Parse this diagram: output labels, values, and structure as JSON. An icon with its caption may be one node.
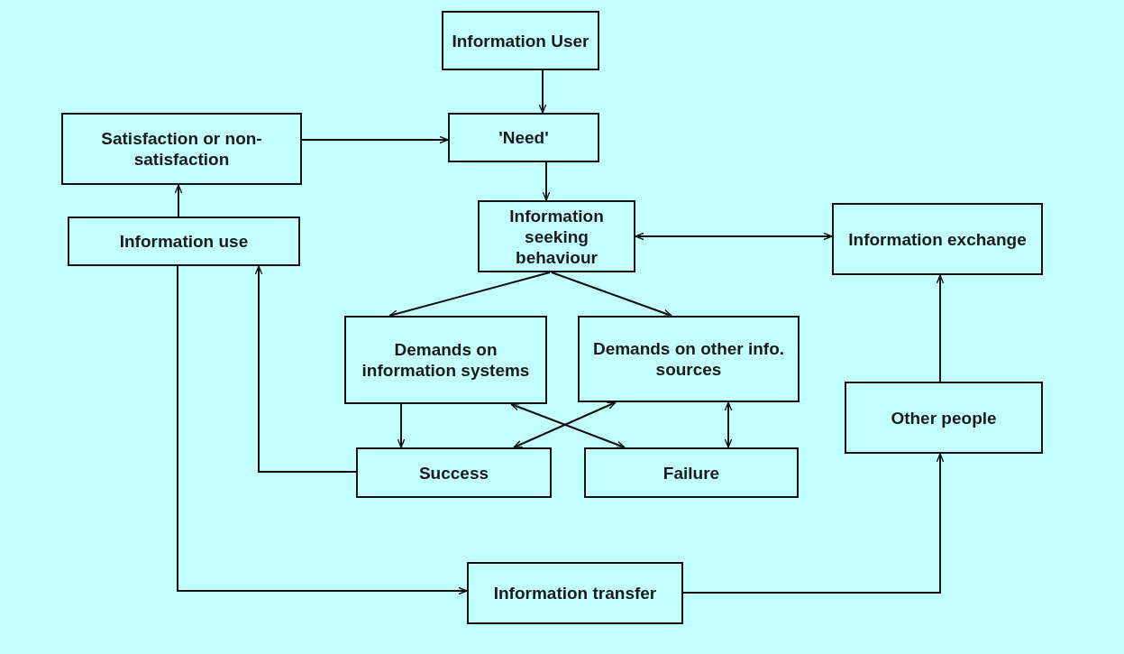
{
  "diagram": {
    "nodes": [
      {
        "text": [
          "Information User"
        ]
      },
      {
        "text": [
          "'Need'"
        ]
      },
      {
        "text": [
          "Satisfaction or non-satisfaction"
        ]
      },
      {
        "text": [
          "Information seeking behaviour"
        ]
      },
      {
        "text": [
          "Information exchange"
        ]
      },
      {
        "text": [
          "Information use"
        ]
      },
      {
        "text": [
          "Demands on information systems"
        ]
      },
      {
        "text": [
          "Demands on other info. sources"
        ]
      },
      {
        "text": [
          "Other people"
        ]
      },
      {
        "text": [
          "Success"
        ]
      },
      {
        "text": [
          "Failure"
        ]
      },
      {
        "text": [
          "Information transfer"
        ]
      }
    ],
    "edges": [
      {
        "from": 0,
        "to": 1,
        "arrow": "to"
      },
      {
        "from": 2,
        "to": 1,
        "arrow": "to"
      },
      {
        "from": 1,
        "to": 3,
        "arrow": "to"
      },
      {
        "from": 3,
        "to": 4,
        "arrow": "both"
      },
      {
        "from": 3,
        "to": 6,
        "arrow": "to"
      },
      {
        "from": 3,
        "to": 7,
        "arrow": "to"
      },
      {
        "from": 5,
        "to": 2,
        "arrow": "to"
      },
      {
        "from": 9,
        "to": 5,
        "arrow": "to"
      },
      {
        "from": 6,
        "to": 9,
        "arrow": "to"
      },
      {
        "from": 7,
        "to": 10,
        "arrow": "both"
      },
      {
        "from": 9,
        "to": 7,
        "arrow": "both"
      },
      {
        "from": 6,
        "to": 10,
        "arrow": "both"
      },
      {
        "from": 5,
        "to": 11,
        "arrow": "to"
      },
      {
        "from": 11,
        "to": 8,
        "arrow": "to"
      },
      {
        "from": 8,
        "to": 4,
        "arrow": "to"
      }
    ]
  }
}
